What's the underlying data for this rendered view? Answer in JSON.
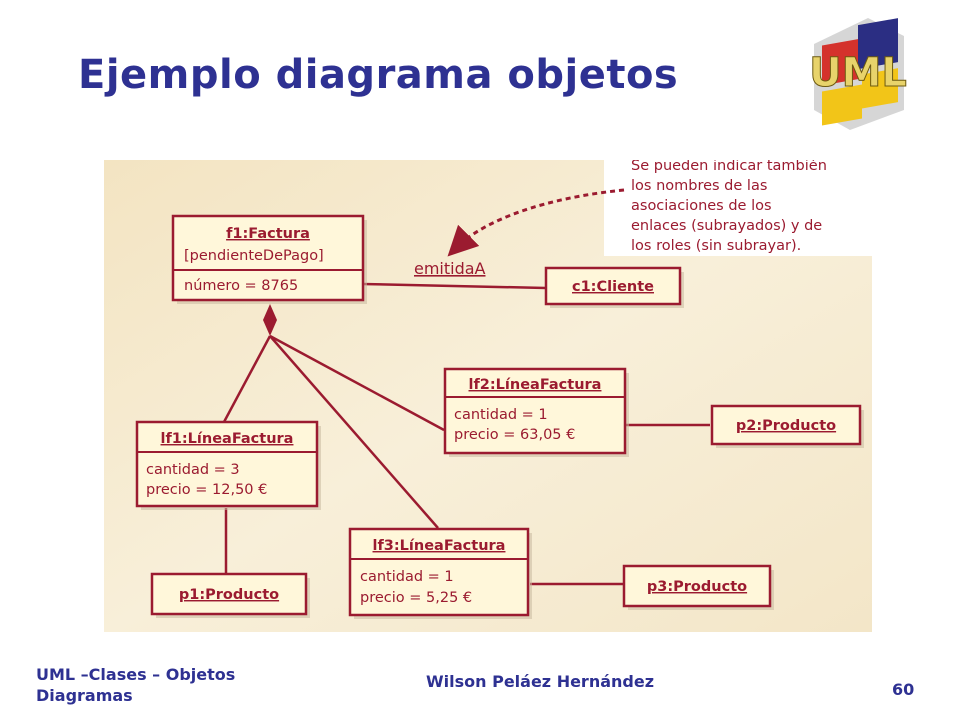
{
  "slide": {
    "title": "Ejemplo diagrama objetos"
  },
  "logo": {
    "text": "UML"
  },
  "diagram": {
    "note": [
      "Se pueden indicar también",
      "los nombres de las",
      "asociaciones de los",
      "enlaces (subrayados) y de",
      "los roles (sin subrayar)."
    ],
    "association_label": "emitidaA",
    "objects": {
      "f1": {
        "name": "f1:Factura",
        "state": "[pendienteDePago]",
        "attributes": [
          "número = 8765"
        ]
      },
      "c1": {
        "name": "c1:Cliente"
      },
      "lf2": {
        "name": "lf2:LíneaFactura",
        "attributes": [
          "cantidad = 1",
          "precio = 63,05 €"
        ]
      },
      "p2": {
        "name": "p2:Producto"
      },
      "lf1": {
        "name": "lf1:LíneaFactura",
        "attributes": [
          "cantidad = 3",
          "precio = 12,50 €"
        ]
      },
      "lf3": {
        "name": "lf3:LíneaFactura",
        "attributes": [
          "cantidad = 1",
          "precio = 5,25 €"
        ]
      },
      "p1": {
        "name": "p1:Producto"
      },
      "p3": {
        "name": "p3:Producto"
      }
    },
    "colors": {
      "line": "#9b1b30",
      "box_fill": "#fff7da",
      "background": "#f5ebcf",
      "title": "#2e3192"
    }
  },
  "footer": {
    "left": "UML –Clases – Objetos Diagramas",
    "center": "Wilson Peláez Hernández",
    "page": "60"
  }
}
